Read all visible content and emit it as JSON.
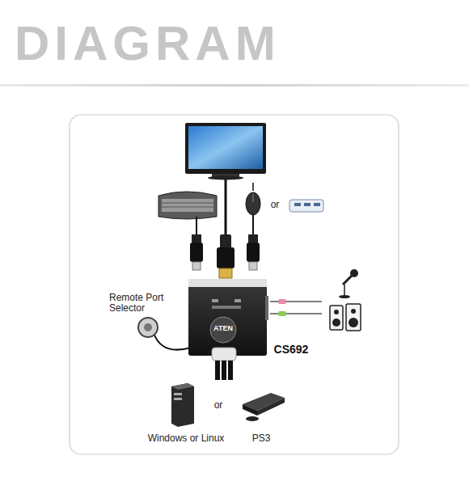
{
  "diagram": {
    "title": "DIAGRAM",
    "labels": [
      "or",
      "Remote Port Selector",
      "ATEN",
      "CS692",
      "or",
      "Windows or Linux",
      "PS3"
    ]
  }
}
